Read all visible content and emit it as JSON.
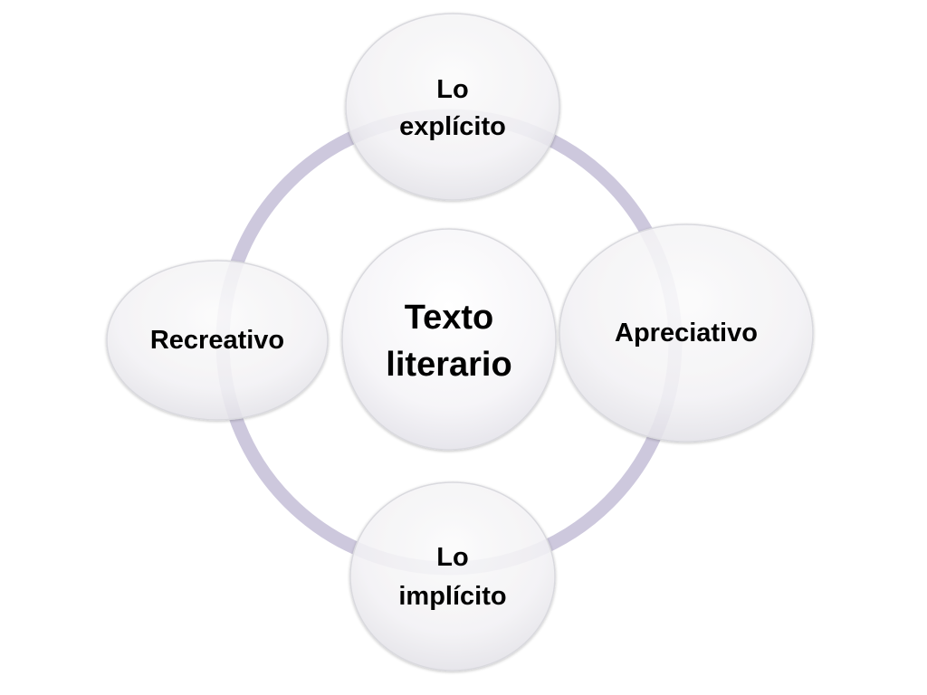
{
  "diagram": {
    "center": {
      "lines": [
        "Texto",
        "literario"
      ]
    },
    "nodes": [
      {
        "id": "top",
        "lines": [
          "Lo",
          "explícito"
        ]
      },
      {
        "id": "right",
        "lines": [
          "Apreciativo"
        ]
      },
      {
        "id": "bottom",
        "lines": [
          "Lo",
          "implícito"
        ]
      },
      {
        "id": "left",
        "lines": [
          "Recreativo"
        ]
      }
    ],
    "colors": {
      "ring": "#cdc8dd",
      "circle_fill_top": "#ffffff",
      "circle_fill_bottom": "#ecebf0",
      "circle_stroke": "#d9d9de",
      "text": "#000000"
    }
  }
}
